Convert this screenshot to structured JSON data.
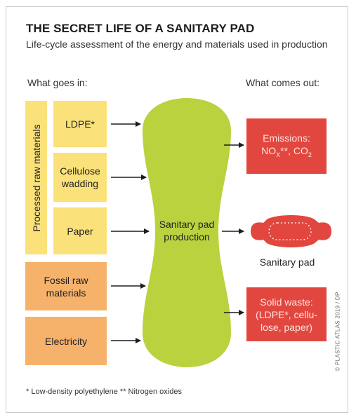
{
  "title": "THE SECRET LIFE OF A SANITARY PAD",
  "subtitle": "Life-cycle assessment of the energy and materials used in production",
  "inputs_heading": "What goes in:",
  "outputs_heading": "What comes out:",
  "processed_group_label": "Processed raw materials",
  "inputs": {
    "ldpe": "LDPE*",
    "cellulose_line1": "Cellulose",
    "cellulose_line2": "wadding",
    "paper": "Paper",
    "fossil_line1": "Fossil raw",
    "fossil_line2": "materials",
    "electricity": "Electricity"
  },
  "production_line1": "Sanitary pad",
  "production_line2": "production",
  "outputs": {
    "emissions_line1": "Emissions:",
    "emissions_nox": "NO",
    "emissions_x": "X",
    "emissions_stars": "**, CO",
    "emissions_2": "2",
    "pad_label": "Sanitary pad",
    "waste_line1": "Solid waste:",
    "waste_line2": "(LDPE*, cellu-",
    "waste_line3": "lose, paper)"
  },
  "footnote": "* Low-density polyethylene ** Nitrogen oxides",
  "credit": "© PLASTIC ATLAS 2019 / DP",
  "colors": {
    "processed": "#fbe17a",
    "fossil": "#f6b26b",
    "production": "#b9d23e",
    "outputs": "#e2473f"
  }
}
